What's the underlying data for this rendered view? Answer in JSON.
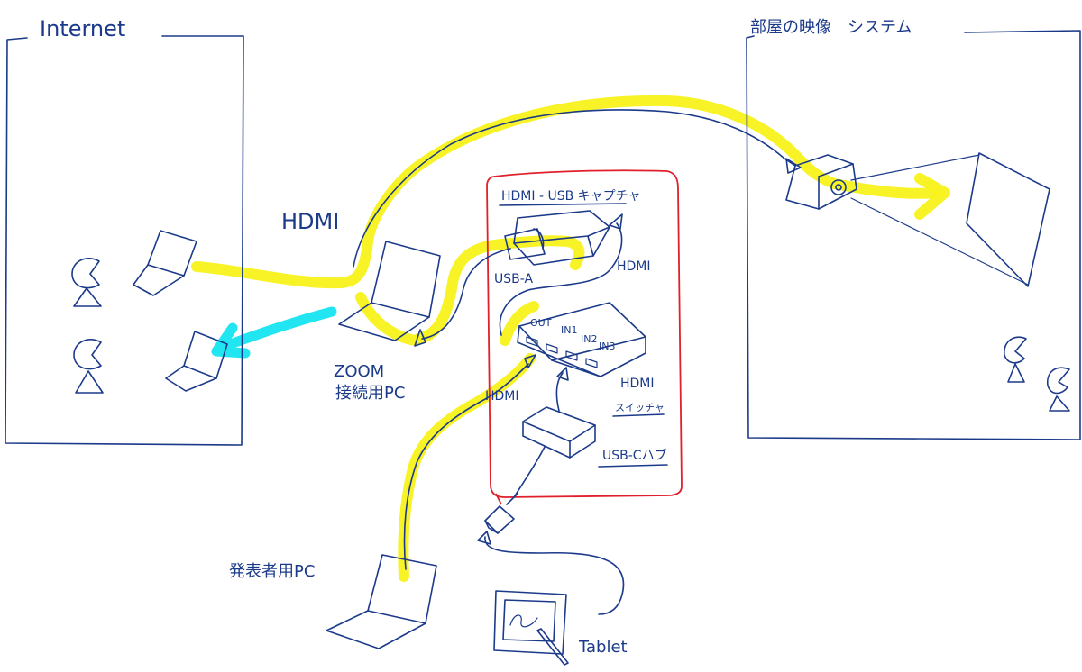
{
  "regions": {
    "internet": "Internet",
    "room_av": "部屋の映像　システム"
  },
  "capture_box": {
    "title": "HDMI - USB キャプチャ",
    "usb_a": "USB-A",
    "hdmi_out_to_capture": "HDMI",
    "switch": {
      "label": "HDMI",
      "sublabel": "スイッチャ",
      "ports": [
        "OUT",
        "IN1",
        "IN2",
        "IN3"
      ]
    },
    "hdmi_in": "HDMI",
    "usbc_hub": "USB-Cハブ"
  },
  "zoom_pc": {
    "line1": "ZOOM",
    "line2": "接続用PC"
  },
  "hdmi_projector": "HDMI",
  "presenter_pc": "発表者用PC",
  "tablet": "Tablet",
  "colors": {
    "ink": "#1b3a8a",
    "highlight_yellow": "#f7f21a",
    "highlight_cyan": "#22e5f2",
    "capture_box_border": "#e0202a"
  }
}
